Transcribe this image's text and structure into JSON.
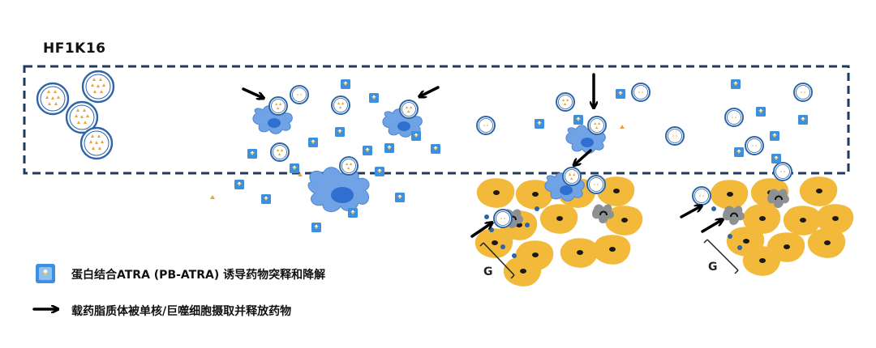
{
  "diagram": {
    "title": "HF1K16",
    "legend": [
      {
        "icon": "protein-bound-atra-icon",
        "text": "蛋白结合ATRA (PB-ATRA) 诱导药物突释和降解"
      },
      {
        "icon": "arrow-right-icon",
        "text": "载药脂质体被单核/巨噬细胞摄取并释放药物"
      }
    ],
    "tissue_labels": [
      "G",
      "G"
    ],
    "colors": {
      "box_border": "#1f3a5c",
      "liposome_ring": "#2e64a8",
      "macrophage": "#6fa3e6",
      "nucleus": "#2e6fd0",
      "drug": "#e8a53a",
      "pb_atra_square": "#3d8fe0",
      "tissue_cell": "#f2b93b",
      "tissue_nucleus": "#1a1a1a",
      "gray_cell": "#8d9194",
      "arrow": "#000000"
    }
  }
}
